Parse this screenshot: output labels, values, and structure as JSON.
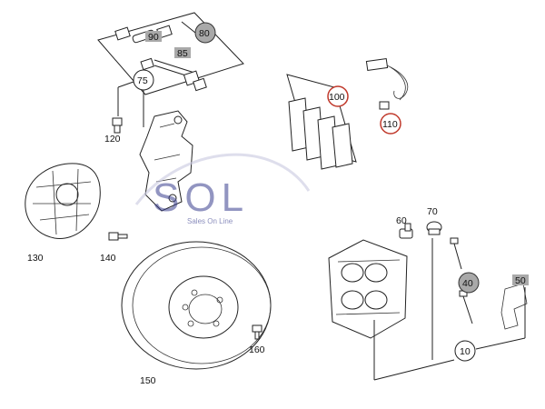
{
  "callouts": {
    "c10": "10",
    "c40": "40",
    "c50": "50",
    "c60": "60",
    "c70": "70",
    "c75": "75",
    "c80": "80",
    "c85": "85",
    "c90": "90",
    "c100": "100",
    "c110": "110",
    "c120": "120",
    "c130": "130",
    "c140": "140",
    "c150": "150",
    "c160": "160"
  },
  "watermark": {
    "main": "SOL",
    "sub": "Sales On Line"
  },
  "colors": {
    "highlight_ring": "#c0392b",
    "grey_badge": "#a9a9a9",
    "watermark": "#3a3f8f"
  }
}
